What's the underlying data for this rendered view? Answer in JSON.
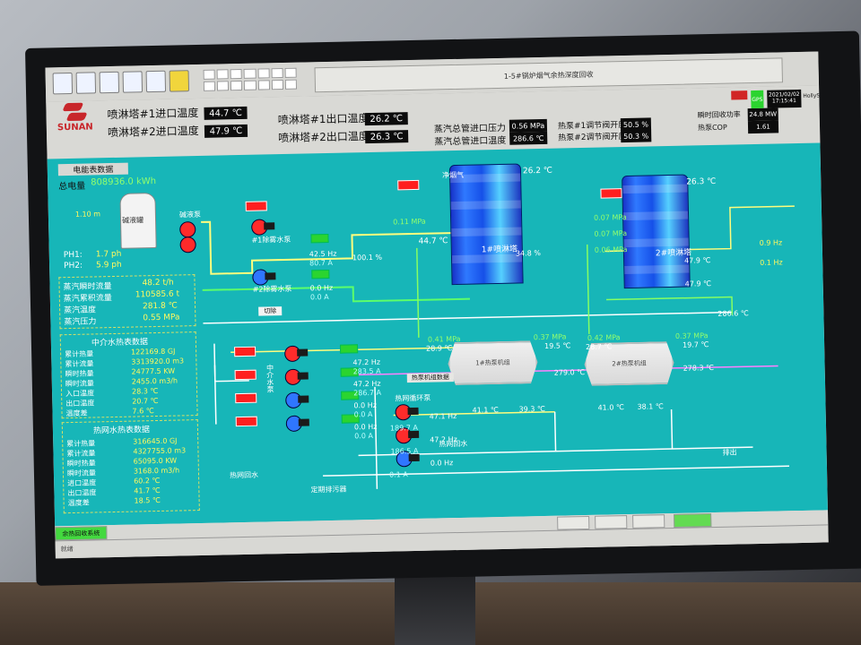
{
  "screen": {
    "title": "1-5#锅炉烟气余热深度回收",
    "logo_text": "SUNAN",
    "footer_left_button": "余热回收系统",
    "footer_status": "就绪"
  },
  "header": {
    "inlet1_label": "喷淋塔#1进口温度",
    "inlet1_value": "44.7 ℃",
    "inlet2_label": "喷淋塔#2进口温度",
    "inlet2_value": "47.9 ℃",
    "outlet1_label": "喷淋塔#1出口温度",
    "outlet1_value": "26.2 ℃",
    "outlet2_label": "喷淋塔#2出口温度",
    "outlet2_value": "26.3 ℃",
    "steam_press_label": "蒸汽总管进口压力",
    "steam_press_value": "0.56 MPa",
    "steam_temp_label": "蒸汽总管进口温度",
    "steam_temp_value": "286.6 ℃",
    "heat_pump1_label": "热泵#1调节阀开度",
    "heat_pump1_value": "50.5 %",
    "heat_pump2_label": "热泵#2调节阀开度",
    "heat_pump2_value": "50.3 %",
    "power_label": "瞬时回收功率",
    "power_value": "24.8 MW",
    "cop_label": "热泵COP",
    "cop_value": "1.61",
    "datetime_date": "2021/02/02",
    "datetime_time": "17:15:41",
    "gps_label": "GPS",
    "brand_label": "HollySys"
  },
  "left": {
    "meter_label": "电能表数据",
    "total_label": "总电量",
    "total_value": "808936.0 kWh",
    "tank_label": "碱液罐",
    "pump_label": "碱液泵",
    "tank_level": "1.10 m",
    "ph1_label": "PH1:",
    "ph1_value": "1.7 ph",
    "ph2_label": "PH2:",
    "ph2_value": "5.9 ph",
    "steam": {
      "rows": [
        {
          "label": "蒸汽瞬时流量",
          "value": "48.2 t/h"
        },
        {
          "label": "蒸汽累积流量",
          "value": "110585.6 t"
        },
        {
          "label": "蒸汽温度",
          "value": "281.8 ℃"
        },
        {
          "label": "蒸汽压力",
          "value": "0.55 MPa"
        }
      ]
    },
    "medium_title": "中介水热表数据",
    "medium_rows": [
      {
        "label": "累计热量",
        "value": "122169.8 GJ"
      },
      {
        "label": "累计流量",
        "value": "3313920.0 m3"
      },
      {
        "label": "瞬时热量",
        "value": "24777.5 KW"
      },
      {
        "label": "瞬时流量",
        "value": "2455.0 m3/h"
      },
      {
        "label": "入口温度",
        "value": "28.3 ℃"
      },
      {
        "label": "出口温度",
        "value": "20.7 ℃"
      },
      {
        "label": "温度差",
        "value": "7.6 ℃"
      }
    ],
    "heat_title": "热网水热表数据",
    "heat_rows": [
      {
        "label": "累计热量",
        "value": "316645.0 GJ"
      },
      {
        "label": "累计流量",
        "value": "4327755.0 m3"
      },
      {
        "label": "瞬时热量",
        "value": "65095.0 KW"
      },
      {
        "label": "瞬时流量",
        "value": "3168.0 m3/h"
      },
      {
        "label": "进口温度",
        "value": "60.2 ℃"
      },
      {
        "label": "出口温度",
        "value": "41.7 ℃"
      },
      {
        "label": "温度差",
        "value": "18.5 ℃"
      }
    ]
  },
  "process": {
    "removal_pump1": "#1除雾水泵",
    "removal_pump2": "#2除雾水泵",
    "pump1_hz": "42.5 Hz",
    "pump1_amp": "80.7 A",
    "pump2_hz": "0.0 Hz",
    "pump2_amp": "0.0 A",
    "pressure_1": "0.11 MPa",
    "tower1_name": "1#喷淋塔",
    "tower2_name": "2#喷淋塔",
    "valve_open": "100.1 %",
    "cleanwater_label": "净烟气",
    "tower1_top": "26.2 ℃",
    "tower2_top": "26.3 ℃",
    "tower1_left": "44.7 ℃",
    "tower2_left": "47.9 ℃",
    "tower_mid": "34.8 %",
    "tower2_p1": "0.07 MPa",
    "tower2_p2": "0.07 MPa",
    "tower2_p3": "0.06 MPa",
    "hx1_name": "1#热泵机组",
    "hx2_name": "2#热泵机组",
    "mid_water_pump": "中介水泵",
    "hot_return_pump": "热网循环泵",
    "heat_pump_data": "热泵机组数据",
    "heat_return_water": "热网回水",
    "boil_water": "热网回水",
    "pump_hz_a": "47.2 Hz",
    "pump_amp_a": "283.5 A",
    "pump_hz_b": "47.2 Hz",
    "pump_amp_b": "286.7 A",
    "pump_hz_c": "0.0 Hz",
    "pump_amp_c": "0.0 A",
    "pump_hz_d": "0.0 Hz",
    "pump_amp_d": "0.0 A",
    "return_hz_a": "47.1 Hz",
    "return_amp_a": "189.7 A",
    "return_hz_b": "47.2 Hz",
    "return_amp_b": "186.5 A",
    "return_hz_c": "0.0 Hz",
    "return_amp_c": "0.1 A",
    "hx1_temp1": "28.9 ℃",
    "hx1_temp2": "19.5 ℃",
    "hx1_temp3": "279.0 ℃",
    "hx2_temp1": "28.7 ℃",
    "hx2_temp2": "19.7 ℃",
    "hx2_temp3": "278.3 ℃",
    "hx1_p1": "0.41 MPa",
    "hx1_p2": "0.37 MPa",
    "hx2_p1": "0.42 MPa",
    "hx2_p2": "0.37 MPa",
    "hx1_bottom1": "41.1 ℃",
    "hx1_bottom2": "39.3 ℃",
    "hx2_bottom1": "41.0 ℃",
    "hx2_bottom2": "38.1 ℃",
    "return_label": "热网回水",
    "discharge_label": "排出",
    "tank_bottom_label": "定期排污器",
    "right_small_label1": "0.9 Hz",
    "right_small_label2": "0.1 Hz",
    "right_small_label3": "47.9 ℃",
    "right_small_label4": "286.6 ℃",
    "cut_button": "切除"
  },
  "colors": {
    "bg": "#17b6b8",
    "tower": "#2c5ef2",
    "red": "#ff1f1f",
    "green": "#2bd42f",
    "yellow_dash": "#d6df66"
  }
}
